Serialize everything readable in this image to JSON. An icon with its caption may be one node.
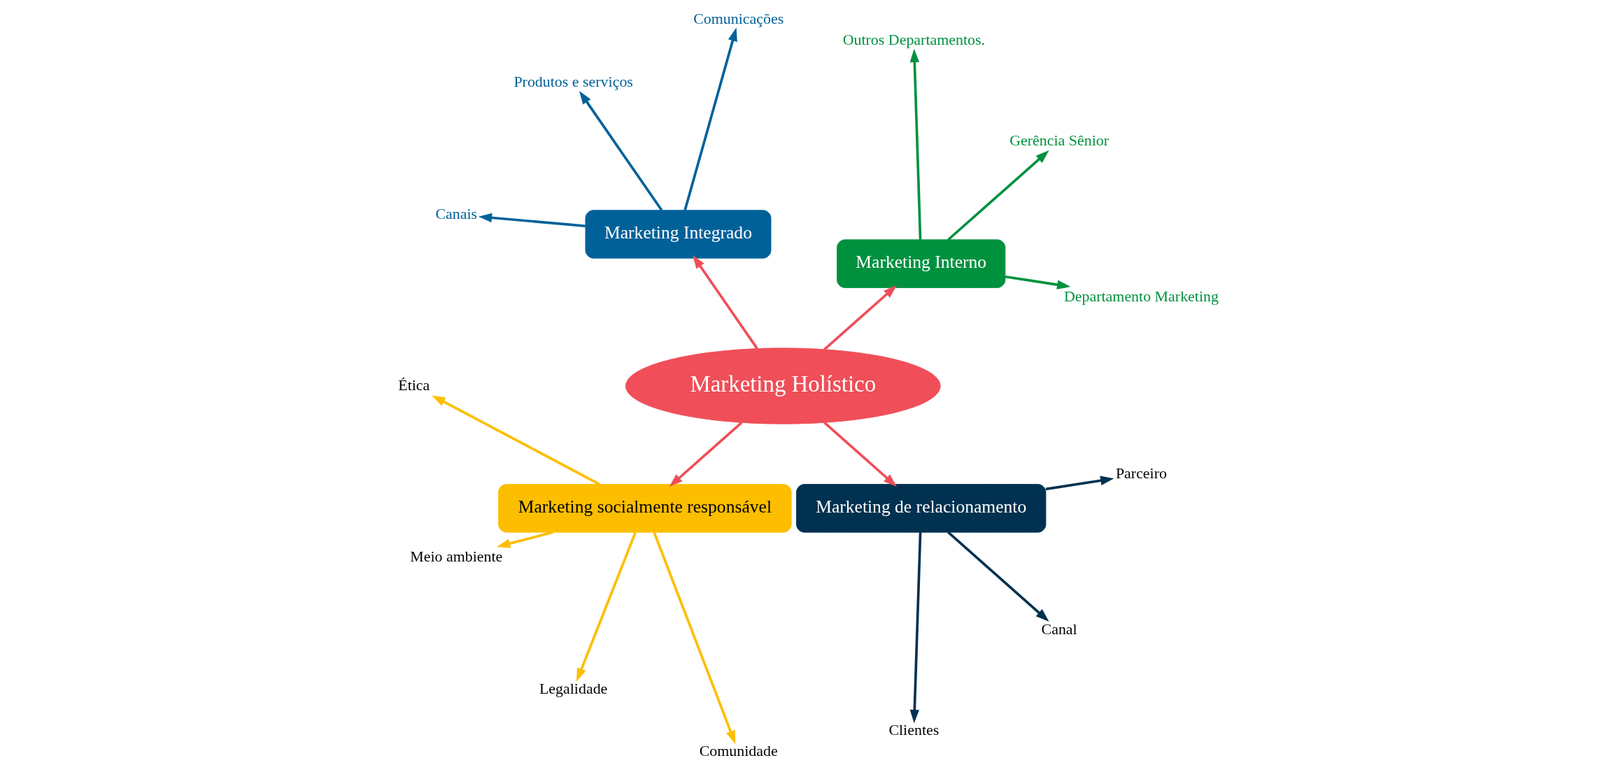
{
  "diagram": {
    "nodes": [
      {
        "text": [
          "Marketing Holístico"
        ]
      },
      {
        "text": [
          "Marketing Interno"
        ]
      },
      {
        "text": [
          "Marketing Integrado"
        ]
      },
      {
        "text": [
          "Marketing socialmente responsável"
        ]
      },
      {
        "text": [
          "Marketing de relacionamento"
        ]
      },
      {
        "text": [
          "Departamento Marketing"
        ]
      },
      {
        "text": [
          "Gerência Sênior"
        ]
      },
      {
        "text": [
          "Outros Departamentos."
        ]
      },
      {
        "text": [
          "Comunicações"
        ]
      },
      {
        "text": [
          "Produtos e serviços"
        ]
      },
      {
        "text": [
          "Canais"
        ]
      },
      {
        "text": [
          "Ética"
        ]
      },
      {
        "text": [
          "Meio ambiente"
        ]
      },
      {
        "text": [
          "Legalidade"
        ]
      },
      {
        "text": [
          "Comunidade"
        ]
      },
      {
        "text": [
          "Clientes"
        ]
      },
      {
        "text": [
          "Canal"
        ]
      },
      {
        "text": [
          "Parceiro"
        ]
      }
    ],
    "edges": [
      {
        "from": 0,
        "to": 1,
        "arrow": "to",
        "color": "#f04e58"
      },
      {
        "from": 0,
        "to": 2,
        "arrow": "to",
        "color": "#f04e58"
      },
      {
        "from": 0,
        "to": 3,
        "arrow": "to",
        "color": "#f04e58"
      },
      {
        "from": 0,
        "to": 4,
        "arrow": "to",
        "color": "#f04e58"
      },
      {
        "from": 1,
        "to": 5,
        "arrow": "to",
        "color": "#00913f"
      },
      {
        "from": 1,
        "to": 6,
        "arrow": "to",
        "color": "#00913f"
      },
      {
        "from": 1,
        "to": 7,
        "arrow": "to",
        "color": "#00913f"
      },
      {
        "from": 2,
        "to": 8,
        "arrow": "to",
        "color": "#006199"
      },
      {
        "from": 2,
        "to": 9,
        "arrow": "to",
        "color": "#006199"
      },
      {
        "from": 2,
        "to": 10,
        "arrow": "to",
        "color": "#006199"
      },
      {
        "from": 3,
        "to": 11,
        "arrow": "to",
        "color": "#fdbe00"
      },
      {
        "from": 3,
        "to": 12,
        "arrow": "to",
        "color": "#fdbe00"
      },
      {
        "from": 3,
        "to": 13,
        "arrow": "to",
        "color": "#fdbe00"
      },
      {
        "from": 3,
        "to": 14,
        "arrow": "to",
        "color": "#fdbe00"
      },
      {
        "from": 4,
        "to": 15,
        "arrow": "to",
        "color": "#003150"
      },
      {
        "from": 4,
        "to": 16,
        "arrow": "to",
        "color": "#003150"
      },
      {
        "from": 4,
        "to": 17,
        "arrow": "to",
        "color": "#003150"
      }
    ]
  }
}
